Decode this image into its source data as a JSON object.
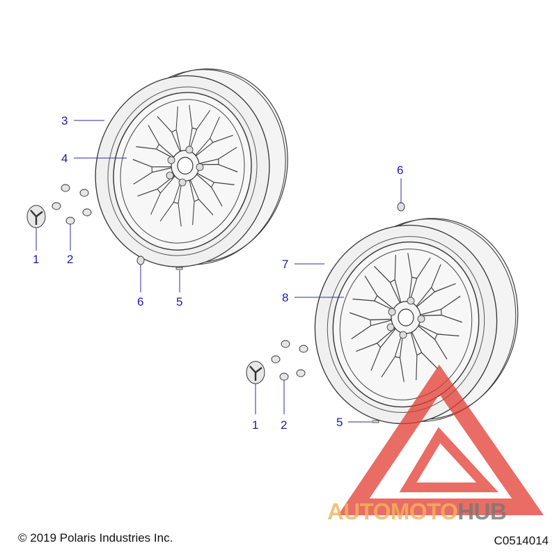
{
  "callouts": {
    "upper": {
      "tire": "3",
      "wheel": "4",
      "center_cap": "1",
      "lug_nut": "2",
      "valve_stem": "6",
      "balance_weight": "5"
    },
    "lower": {
      "tire": "7",
      "wheel": "8",
      "center_cap": "1",
      "lug_nut": "2",
      "valve_stem": "6",
      "balance_weight": "5"
    }
  },
  "footer": {
    "copyright": "© 2019 Polaris Industries Inc.",
    "figure_code": "C0514014"
  },
  "watermark": {
    "part1": "AUTO",
    "part2": "MOTO",
    "part3": "HUB",
    "colors": {
      "accent": "#f2b25c",
      "gray": "#787878",
      "triangle": "#e23b32"
    }
  },
  "colors": {
    "callout": "#1a1aa8",
    "line_art": "#3a3a3a",
    "fill": "#f2f2f2"
  }
}
